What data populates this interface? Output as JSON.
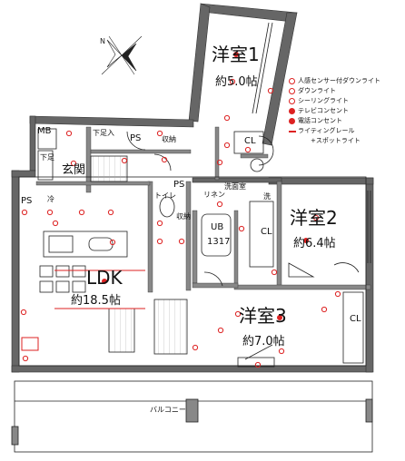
{
  "rooms": {
    "western1": {
      "name": "洋室1",
      "size": "約5.0帖"
    },
    "western2": {
      "name": "洋室2",
      "size": "約6.4帖"
    },
    "western3": {
      "name": "洋室3",
      "size": "約7.0帖"
    },
    "ldk": {
      "name": "LDK",
      "size": "約18.5帖"
    },
    "entrance": "玄関",
    "toilet": "トイレ",
    "washroom": "洗面室",
    "bath": {
      "name": "UB",
      "size": "1317"
    },
    "balcony": "バルコニー"
  },
  "labels": {
    "mb": "MB",
    "shoes_storage": "下足入",
    "shoes_storage_short": "下足",
    "ps": "PS",
    "storage": "収納",
    "closet": "CL",
    "linen": "リネン",
    "washer": "洗",
    "fridge": "冷"
  },
  "legend": [
    {
      "icon": "motion-sensor-light-icon",
      "text": "人感センサー付ダウンライト"
    },
    {
      "icon": "downlight-icon",
      "text": "ダウンライト"
    },
    {
      "icon": "ceiling-light-icon",
      "text": "シーリングライト"
    },
    {
      "icon": "tv-outlet-icon",
      "text": "テレビコンセント"
    },
    {
      "icon": "phone-outlet-icon",
      "text": "電話コンセント"
    },
    {
      "icon": "lighting-rail-icon",
      "text": "ライティングレール"
    },
    {
      "icon": "spotlight-icon",
      "text": "+スポットライト"
    }
  ],
  "colors": {
    "wall": "#555555",
    "fixture": "#dd2222",
    "line": "#222222"
  }
}
